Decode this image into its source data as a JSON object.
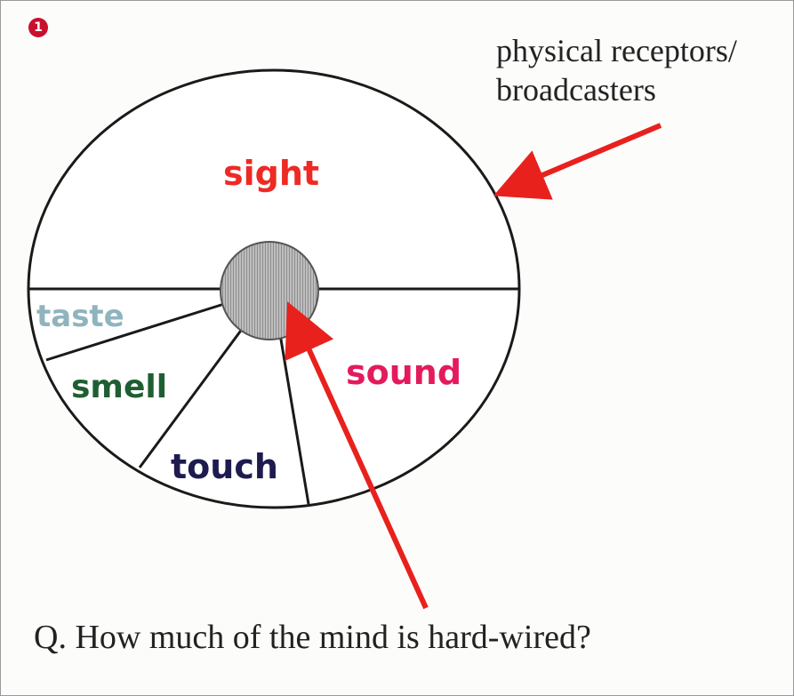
{
  "badge": "1",
  "annotation": {
    "line1": "physical receptors/",
    "line2": "broadcasters"
  },
  "question": "Q. How much of the mind is hard-wired?",
  "senses": {
    "sight": "sight",
    "sound": "sound",
    "taste": "taste",
    "smell": "smell",
    "touch": "touch"
  },
  "colors": {
    "sight": "#ee2a24",
    "sound": "#e31b5d",
    "taste": "#8fb4bd",
    "smell": "#1f5e33",
    "touch": "#1e1b4f",
    "arrow": "#e8211d",
    "badge": "#c8102e"
  }
}
